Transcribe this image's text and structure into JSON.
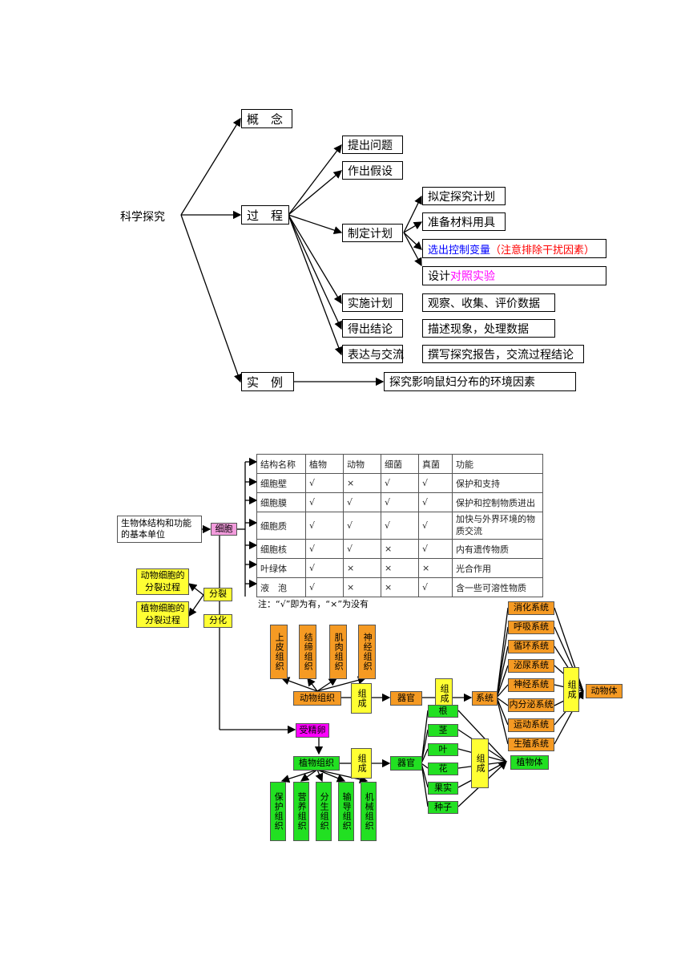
{
  "top": {
    "root": "科学探究",
    "concept": "概　念",
    "process": "过　程",
    "example": "实　例",
    "steps": [
      "提出问题",
      "作出假设",
      "制定计划",
      "实施计划",
      "得出结论",
      "表达与交流"
    ],
    "plan": {
      "draft": "拟定探究计划",
      "materials": "准备材料用具",
      "select_var": "选出控制变量",
      "select_note": "（注意排除干扰因素）",
      "design_prefix": "设计",
      "design_hl": "对照实验"
    },
    "implement_detail": "观察、收集、评价数据",
    "conclusion_detail": "描述现象，处理数据",
    "express_detail": "撰写探究报告，交流过程结论",
    "example_detail": "探究影响鼠妇分布的环境因素"
  },
  "bottom": {
    "cell_def": "生物体结构和功能的基本单位",
    "cell": "细胞",
    "animal_div": "动物细胞的分裂过程",
    "plant_div": "植物细胞的分裂过程",
    "division": "分裂",
    "differentiation": "分化",
    "table": {
      "headers": [
        "结构名称",
        "植物",
        "动物",
        "细菌",
        "真菌",
        "功能"
      ],
      "rows": [
        [
          "细胞壁",
          "√",
          "×",
          "√",
          "√",
          "保护和支持"
        ],
        [
          "细胞膜",
          "√",
          "√",
          "√",
          "√",
          "保护和控制物质进出"
        ],
        [
          "细胞质",
          "√",
          "√",
          "√",
          "√",
          "加快与外界环境的物质交流"
        ],
        [
          "细胞核",
          "√",
          "√",
          "×",
          "√",
          "内有遗传物质"
        ],
        [
          "叶绿体",
          "√",
          "×",
          "×",
          "×",
          "光合作用"
        ],
        [
          "液　泡",
          "√",
          "×",
          "×",
          "√",
          "含一些可溶性物质"
        ]
      ],
      "note": "注：“√”即为有，“×”为没有"
    },
    "animal_tissues": [
      "上皮组织",
      "结缔组织",
      "肌肉组织",
      "神经组织"
    ],
    "animal_tissue": "动物组织",
    "compose": "组成",
    "organ": "器官",
    "system": "系统",
    "animal_body": "动物体",
    "systems": [
      "消化系统",
      "呼吸系统",
      "循环系统",
      "泌尿系统",
      "神经系统",
      "内分泌系统",
      "运动系统",
      "生殖系统"
    ],
    "fertilized_egg": "受精卵",
    "plant_tissue": "植物组织",
    "plant_tissues": [
      "保护组织",
      "营养组织",
      "分生组织",
      "输导组织",
      "机械组织"
    ],
    "plant_organs": [
      "根",
      "茎",
      "叶",
      "花",
      "果实",
      "种子"
    ],
    "plant_body": "植物体",
    "colors": {
      "orange": "#f59a23",
      "green": "#22e022",
      "yellow": "#ffff33",
      "pink": "#f29bdc",
      "magenta": "#ff00ff"
    }
  }
}
